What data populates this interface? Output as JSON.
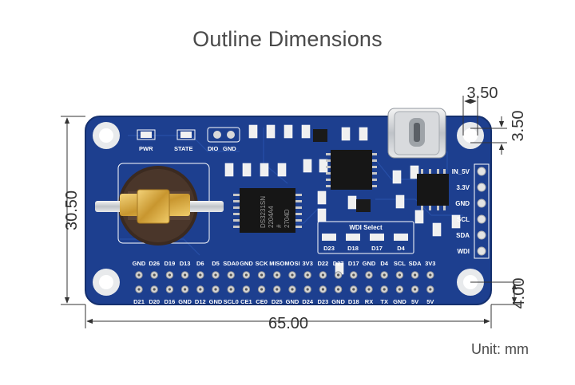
{
  "title": "Outline Dimensions",
  "unit_label": "Unit: mm",
  "dimensions": {
    "width": "65.00",
    "height": "30.50",
    "hole_diameter_h": "3.50",
    "hole_diameter_v": "3.50",
    "hole_offset": "4.00"
  },
  "board": {
    "led_labels": [
      "PWR",
      "STATE",
      "DIO",
      "GND"
    ],
    "chip_text": [
      "DS3231SN",
      "2204A4",
      "#",
      "2704D"
    ],
    "wdi_select_title": "WDI Select",
    "wdi_options": [
      "D23",
      "D18",
      "D17",
      "D4"
    ],
    "side_header": [
      "IN_5V",
      "3.3V",
      "GND",
      "SCL",
      "SDA",
      "WDI"
    ],
    "top_row_labels": [
      "GND",
      "D26",
      "D19",
      "D13",
      "D6",
      "D5",
      "SDA0",
      "GND",
      "SCK",
      "MISO",
      "MOSI",
      "3V3",
      "D22",
      "D27",
      "D17",
      "GND",
      "D4",
      "SCL",
      "SDA",
      "3V3"
    ],
    "bottom_row_labels": [
      "D21",
      "D20",
      "D16",
      "GND",
      "D12",
      "GND",
      "SCL0",
      "CE1",
      "CE0",
      "D25",
      "GND",
      "D24",
      "D23",
      "GND",
      "D18",
      "RX",
      "TX",
      "GND",
      "5V",
      "5V"
    ]
  },
  "colors": {
    "board": "#1d3f8f",
    "board_edge": "#15306e",
    "dimension_line": "#333333"
  }
}
